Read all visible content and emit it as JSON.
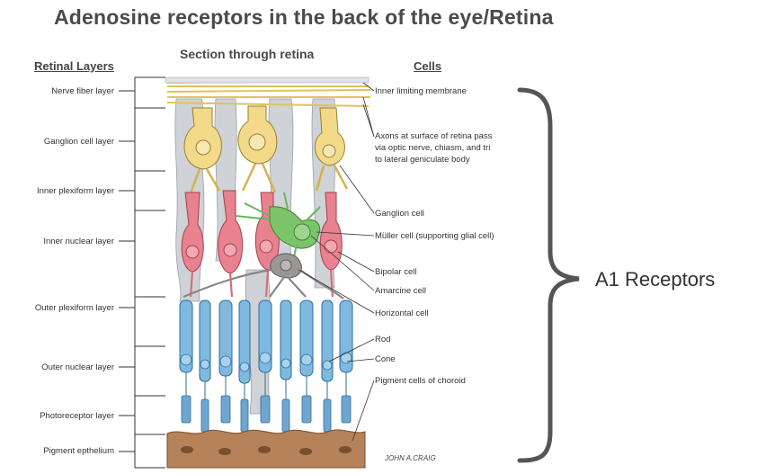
{
  "title": "Adenosine receptors in the back of the eye/Retina",
  "headers": {
    "retinal_layers": "Retinal Layers",
    "section": "Section through retina",
    "cells": "Cells"
  },
  "layers": [
    "Nerve fiber layer",
    "Ganglion cell layer",
    "Inner plexiform layer",
    "Inner nuclear layer",
    "Outer plexiform layer",
    "Outer nuclear layer",
    "Photoreceptor layer",
    "Pigment epthelium"
  ],
  "cells": {
    "inner_limiting": "Inner limiting membrane",
    "axons_1": "Axons at surface of retina pass",
    "axons_2": "via optic nerve, chiasm, and tri",
    "axons_3": "to lateral geniculate body",
    "ganglion": "Ganglion cell",
    "muller": "Müller cell (supporting glial cell)",
    "bipolar": "Bipolar cell",
    "amacrine": "Amarcine cell",
    "horizontal": "Horizontal cell",
    "rod": "Rod",
    "cone": "Cone",
    "pigment": "Pigment cells of choroid"
  },
  "bracket_label": "A1 Receptors",
  "signature": "JOHN A.CRAIG",
  "colors": {
    "ganglion": "#f3d98a",
    "bipolar": "#e8828f",
    "muller": "#7cc46a",
    "horizontal": "#9b9696",
    "photoreceptor": "#7fb9e0",
    "glia": "#cfd2d6",
    "pigment": "#b5825a",
    "axon": "#e0c25e"
  }
}
